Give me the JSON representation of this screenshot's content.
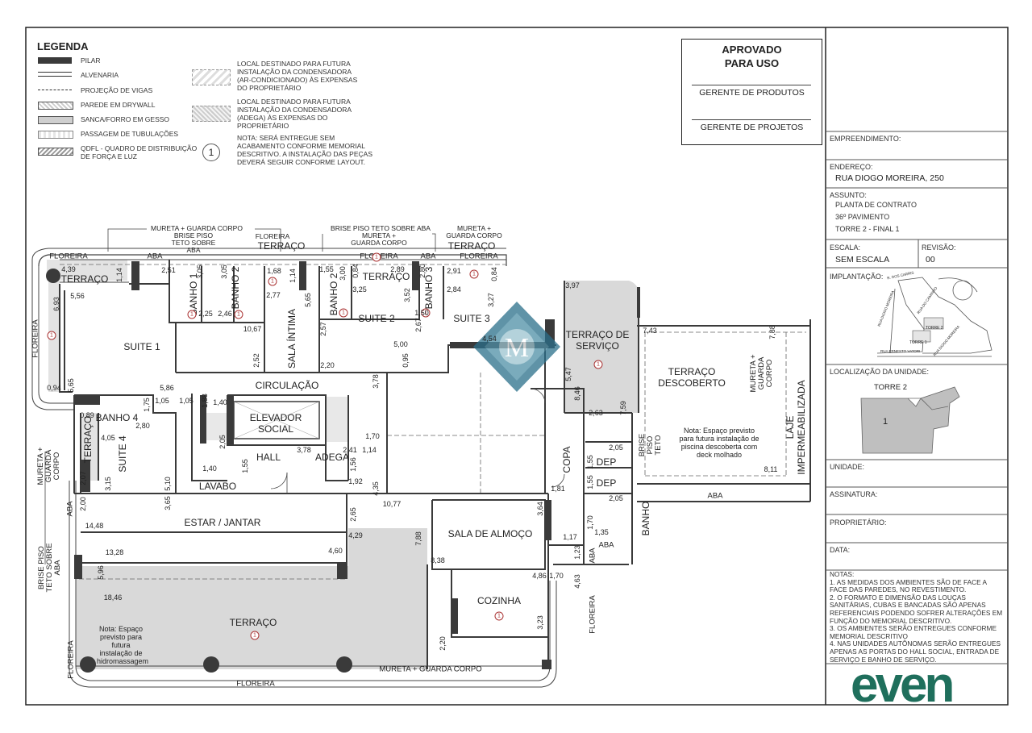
{
  "legend": {
    "title": "LEGENDA",
    "items": [
      {
        "label": "PILAR"
      },
      {
        "label": "ALVENARIA"
      },
      {
        "label": "PROJEÇÃO DE VIGAS"
      },
      {
        "label": "PAREDE EM DRYWALL"
      },
      {
        "label": "SANCA/FORRO EM GESSO"
      },
      {
        "label": "PASSAGEM DE TUBULAÇÕES"
      },
      {
        "label": "QDFL - QUADRO DE DISTRIBUIÇÃO DE FORÇA E LUZ"
      }
    ],
    "right_items": [
      {
        "label": "LOCAL DESTINADO PARA FUTURA INSTALAÇÃO DA CONDENSADORA (AR-CONDICIONADO) ÀS EXPENSAS DO PROPRIETÁRIO"
      },
      {
        "label": "LOCAL DESTINADO PARA FUTURA INSTALAÇÃO DA CONDENSADORA (ADEGA) ÀS EXPENSAS DO PROPRIETÁRIO"
      },
      {
        "label": "NOTA: SERÁ ENTREGUE SEM ACABAMENTO CONFORME MEMORIAL DESCRITIVO. A INSTALAÇÃO DAS PEÇAS DEVERÁ SEGUIR CONFORME LAYOUT."
      }
    ],
    "note_marker": "1"
  },
  "stamp": {
    "title": "APROVADO PARA USO",
    "line1": "GERENTE DE PRODUTOS",
    "line2": "GERENTE DE PROJETOS"
  },
  "title_block": {
    "empreendimento_label": "EMPREENDIMENTO:",
    "endereco_label": "ENDEREÇO:",
    "endereco": "RUA DIOGO MOREIRA, 250",
    "assunto_label": "ASSUNTO:",
    "assunto_lines": [
      "PLANTA DE CONTRATO",
      "36º PAVIMENTO",
      "TORRE 2 - FINAL 1"
    ],
    "escala_label": "ESCALA:",
    "escala": "SEM ESCALA",
    "revisao_label": "REVISÃO:",
    "revisao": "00",
    "implantacao_label": "IMPLANTAÇÃO:",
    "localizacao_label": "LOCALIZAÇÃO DA UNIDADE:",
    "torre": "TORRE 2",
    "unit_marker": "1",
    "unidade_label": "UNIDADE:",
    "assinatura_label": "ASSINATURA:",
    "proprietario_label": "PROPRIETÁRIO:",
    "data_label": "DATA:",
    "notas_label": "NOTAS:",
    "notes": [
      "1. AS MEDIDAS DOS AMBIENTES SÃO DE FACE A FACE DAS PAREDES, NO REVESTIMENTO.",
      "2. O FORMATO E DIMENSÃO DAS LOUÇAS SANITÁRIAS, CUBAS E BANCADAS SÃO APENAS REFERENCIAIS PODENDO SOFRER ALTERAÇÕES EM FUNÇÃO DO MEMORIAL DESCRITIVO.",
      "3. OS AMBIENTES SERÃO ENTREGUES CONFORME MEMORIAL DESCRITIVO",
      "4. NAS UNIDADES AUTÔNOMAS SERÃO ENTREGUES APENAS AS PORTAS DO HALL SOCIAL, ENTRADA DE SERVIÇO E BANHO DE SERVIÇO."
    ],
    "logo": "even",
    "site_streets": [
      "R. DOS CARRIS",
      "RUA DIOGO MOREIRA",
      "RUA DO CAMINHO",
      "TORRE 2",
      "TORRE 1",
      "RUA ERNESTO VATORI",
      "RUA DIOGO MOREIRA"
    ]
  },
  "colors": {
    "wall": "#3a3a3a",
    "gray_fill": "#d9d9d9",
    "logo_green": "#1f6f5c",
    "tag": "#aa3333",
    "watermark": "#2a6f8a"
  },
  "rooms": {
    "suite1": "SUITE 1",
    "suite2": "SUITE 2",
    "suite3": "SUITE 3",
    "suite4": "SUITE 4",
    "banho1": "BANHO 1",
    "banho2": "BANHO 2",
    "banho2b": "BANHO 2",
    "banho3": "BANHO 3",
    "banho4": "BANHO 4",
    "terraco_tl": "TERRAÇO",
    "terraco_top": "TERRAÇO",
    "terraco_mid": "TERRAÇO",
    "terraco_r": "TERRAÇO",
    "terraco_left": "TERRAÇO",
    "terraco_bottom": "TERRAÇO",
    "sala_intima": "SALA ÍNTIMA",
    "circulacao": "CIRCULAÇÃO",
    "elevador": "ELEVADOR SOCIAL",
    "hall": "HALL",
    "adega": "ADEGA",
    "lavabo": "LAVABO",
    "estar": "ESTAR / JANTAR",
    "sala_almoco": "SALA DE ALMOÇO",
    "cozinha": "COZINHA",
    "copa": "COPA",
    "dep1": "DEP",
    "dep2": "DEP",
    "banho": "BANHO",
    "terraco_servico": "TERRAÇO DE SERVIÇO",
    "terraco_descoberto": "TERRAÇO DESCOBERTO",
    "laje": "LAJE IMPERMEABILIZADA"
  },
  "annotations": {
    "mureta_top": "MURETA + GUARDA CORPO",
    "brise_top": "BRISE PISO TETO SOBRE ABA",
    "floreira_top": "FLOREIRA",
    "brise_mid": "BRISE PISO TETO SOBRE ABA",
    "mureta_mid": "MURETA + GUARDA CORPO",
    "mureta_right": "MURETA + GUARDA CORPO",
    "floreira_row": [
      "FLOREIRA",
      "ABA",
      "FLOREIRA",
      "ABA",
      "FLOREIRA"
    ],
    "floreira_left": "FLOREIRA",
    "mureta_left": "MURETA + GUARDA CORPO",
    "aba_left": "ABA",
    "brise_left": "BRISE PISO TETO SOBRE ABA",
    "floreira_left2": "FLOREIRA",
    "floreira_bottom": "FLOREIRA",
    "mureta_bottom": "MURETA + GUARDA CORPO",
    "floreira_right": "FLOREIRA",
    "aba_right": "ABA",
    "aba_right2": "ABA",
    "brise_right": "BRISE PISO TETO",
    "mureta_desc": "MURETA + GUARDA CORPO",
    "aba_desc": "ABA",
    "nota_piscina": "Nota: Espaço previsto para futura instalação de piscina descoberta com deck molhado",
    "nota_hidro": "Nota: Espaço previsto para futura instalação de hidromassagem"
  },
  "dimensions": [
    "4,39",
    "1,14",
    "5,56",
    "6,93",
    "0,94",
    "5,65",
    "2,51",
    "3,05",
    "2,25",
    "3,05",
    "2,46",
    "10,67",
    "2,52",
    "1,68",
    "1,14",
    "2,77",
    "5,65",
    "1,55",
    "3,00",
    "2,57",
    "2,20",
    "0,84",
    "2,89",
    "3,25",
    "3,52",
    "2,67",
    "5,00",
    "0,95",
    "3,78",
    "1,50",
    "2,80",
    "2,91",
    "0,84",
    "2,84",
    "3,27",
    "4,54",
    "3,97",
    "5,47",
    "8,46",
    "2,63",
    "7,59",
    "7,43",
    "7,88",
    "8,11",
    "2,05",
    "1,55",
    "1,55",
    "2,05",
    "1,81",
    "1,70",
    "1,35",
    "1,17",
    "1,23",
    "4,63",
    "1,70",
    "4,86",
    "3,23",
    "3,64",
    "2,20",
    "8,38",
    "7,88",
    "4,29",
    "2,65",
    "10,77",
    "4,35",
    "1,92",
    "1,14",
    "1,56",
    "2,41",
    "1,70",
    "3,78",
    "2,05",
    "1,40",
    "1,55",
    "1,40",
    "1,05",
    "1,05",
    "1,88",
    "5,86",
    "0,89",
    "1,75",
    "2,80",
    "4,05",
    "3,15",
    "5,10",
    "3,65",
    "2,07",
    "2,00",
    "14,48",
    "13,28",
    "5,96",
    "18,46",
    "4,60"
  ]
}
